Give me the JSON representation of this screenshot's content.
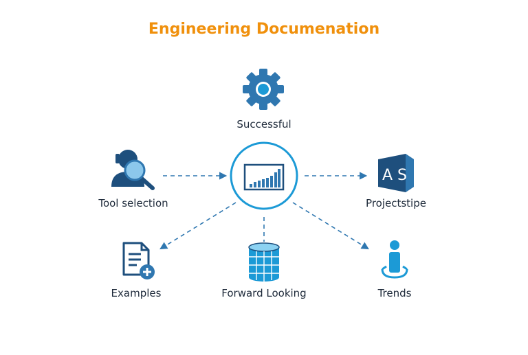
{
  "title": "Engineering Documenation",
  "colors": {
    "title": "#f0900c",
    "primary": "#2f77b0",
    "accent": "#1c9ad6",
    "dark": "#1e4f7d",
    "text": "#1e2a3a"
  },
  "center": {
    "icon": "bar-chart-icon"
  },
  "nodes": [
    {
      "id": "top",
      "label": "Successful",
      "icon": "gear-icon"
    },
    {
      "id": "left",
      "label": "Tool selection",
      "icon": "person-magnifier-icon"
    },
    {
      "id": "right",
      "label": "Projectstipe",
      "icon": "as-logo-icon",
      "icon_text": "A S"
    },
    {
      "id": "bottom-left",
      "label": "Examples",
      "icon": "document-add-icon"
    },
    {
      "id": "bottom",
      "label": "Forward Looking",
      "icon": "database-icon"
    },
    {
      "id": "bottom-right",
      "label": "Trends",
      "icon": "person-pin-icon"
    }
  ]
}
